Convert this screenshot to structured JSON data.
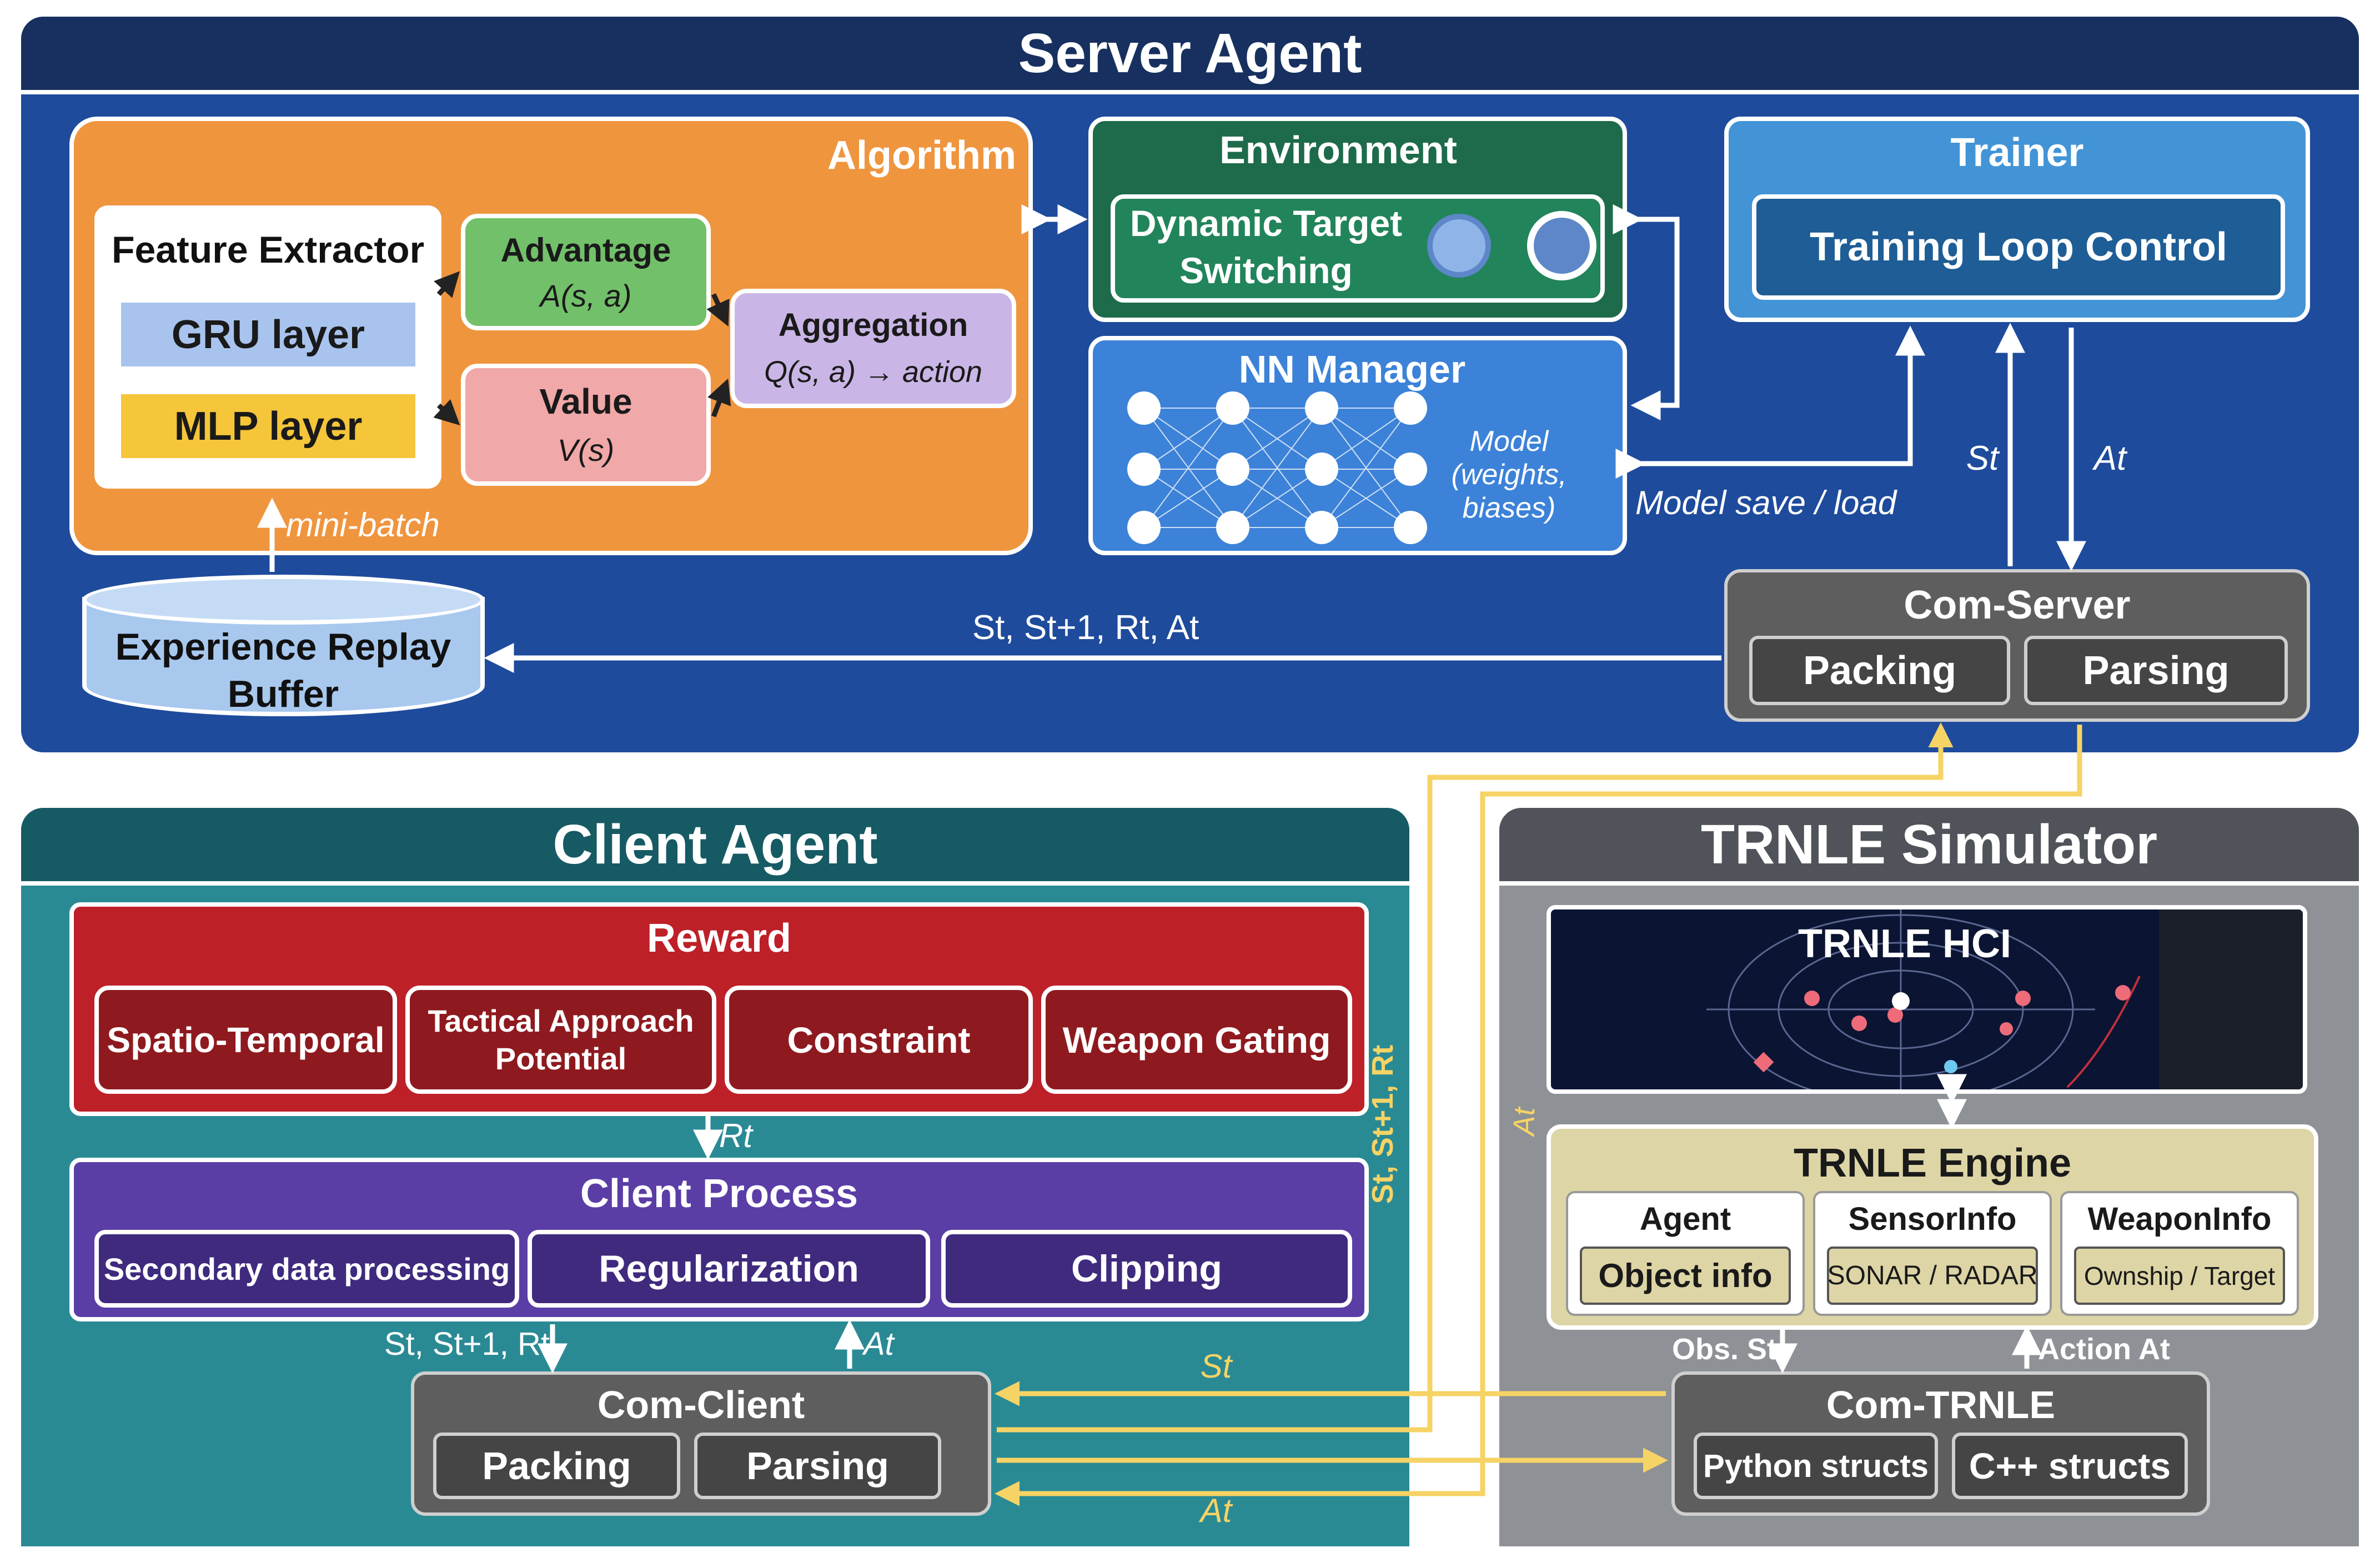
{
  "server_agent": {
    "title": "Server Agent",
    "algorithm": {
      "title": "Algorithm",
      "feature_extractor": {
        "title": "Feature Extractor",
        "gru": "GRU layer",
        "mlp": "MLP layer"
      },
      "advantage": {
        "title": "Advantage",
        "formula": "A(s, a)"
      },
      "value": {
        "title": "Value",
        "formula": "V(s)"
      },
      "aggregation": {
        "title": "Aggregation",
        "formula": "Q(s, a) → action"
      },
      "mini_batch": "mini-batch"
    },
    "environment": {
      "title": "Environment",
      "dynamic_target": "Dynamic Target Switching"
    },
    "nn_manager": {
      "title": "NN Manager",
      "model_label": "Model (weights, biases)"
    },
    "trainer": {
      "title": "Trainer",
      "loop": "Training Loop Control"
    },
    "model_save_load": "Model save / load",
    "state_label": "St",
    "action_label": "At",
    "com_server": {
      "title": "Com-Server",
      "packing": "Packing",
      "parsing": "Parsing"
    },
    "replay_buffer": "Experience Replay Buffer",
    "transition_label": "St, St+1, Rt, At"
  },
  "client_agent": {
    "title": "Client Agent",
    "reward": {
      "title": "Reward",
      "items": [
        "Spatio-Temporal",
        "Tactical Approach Potential",
        "Constraint",
        "Weapon Gating"
      ]
    },
    "reward_arrow": "Rt",
    "client_process": {
      "title": "Client Process",
      "items": [
        "Secondary data processing",
        "Regularization",
        "Clipping"
      ]
    },
    "down_label": "St, St+1, Rt",
    "up_label": "At",
    "side_label": "St, St+1, Rt",
    "com_client": {
      "title": "Com-Client",
      "packing": "Packing",
      "parsing": "Parsing"
    },
    "st_label": "St",
    "at_label": "At"
  },
  "simulator": {
    "title": "TRNLE Simulator",
    "hci": {
      "title": "TRNLE HCI"
    },
    "side_at": "At",
    "engine": {
      "title": "TRNLE Engine",
      "agent": {
        "title": "Agent",
        "sub": "Object info"
      },
      "sensor": {
        "title": "SensorInfo",
        "sub": "SONAR / RADAR"
      },
      "weapon": {
        "title": "WeaponInfo",
        "sub": "Ownship / Target"
      }
    },
    "obs_label": "Obs. St",
    "action_label": "Action At",
    "com_trnle": {
      "title": "Com-TRNLE",
      "python": "Python structs",
      "cpp": "C++ structs"
    }
  },
  "colors": {
    "server_bg": "#1e4b9c",
    "server_header": "#17305f",
    "algorithm": "#ef953e",
    "environment": "#1d6b4a",
    "nn_manager": "#3c82d8",
    "trainer": "#4294d6",
    "training_loop": "#1e5d96",
    "client_bg": "#2a8a94",
    "client_header": "#165a64",
    "reward": "#be2028",
    "reward_item": "#8e1a1f",
    "client_process": "#5a3ea6",
    "process_item": "#3f2a7e",
    "sim_bg": "#8e9196",
    "sim_header": "#50535a",
    "engine": "#ddd5a5",
    "com_box": "#5e5e5e",
    "yellow_arrow": "#f6d365"
  }
}
